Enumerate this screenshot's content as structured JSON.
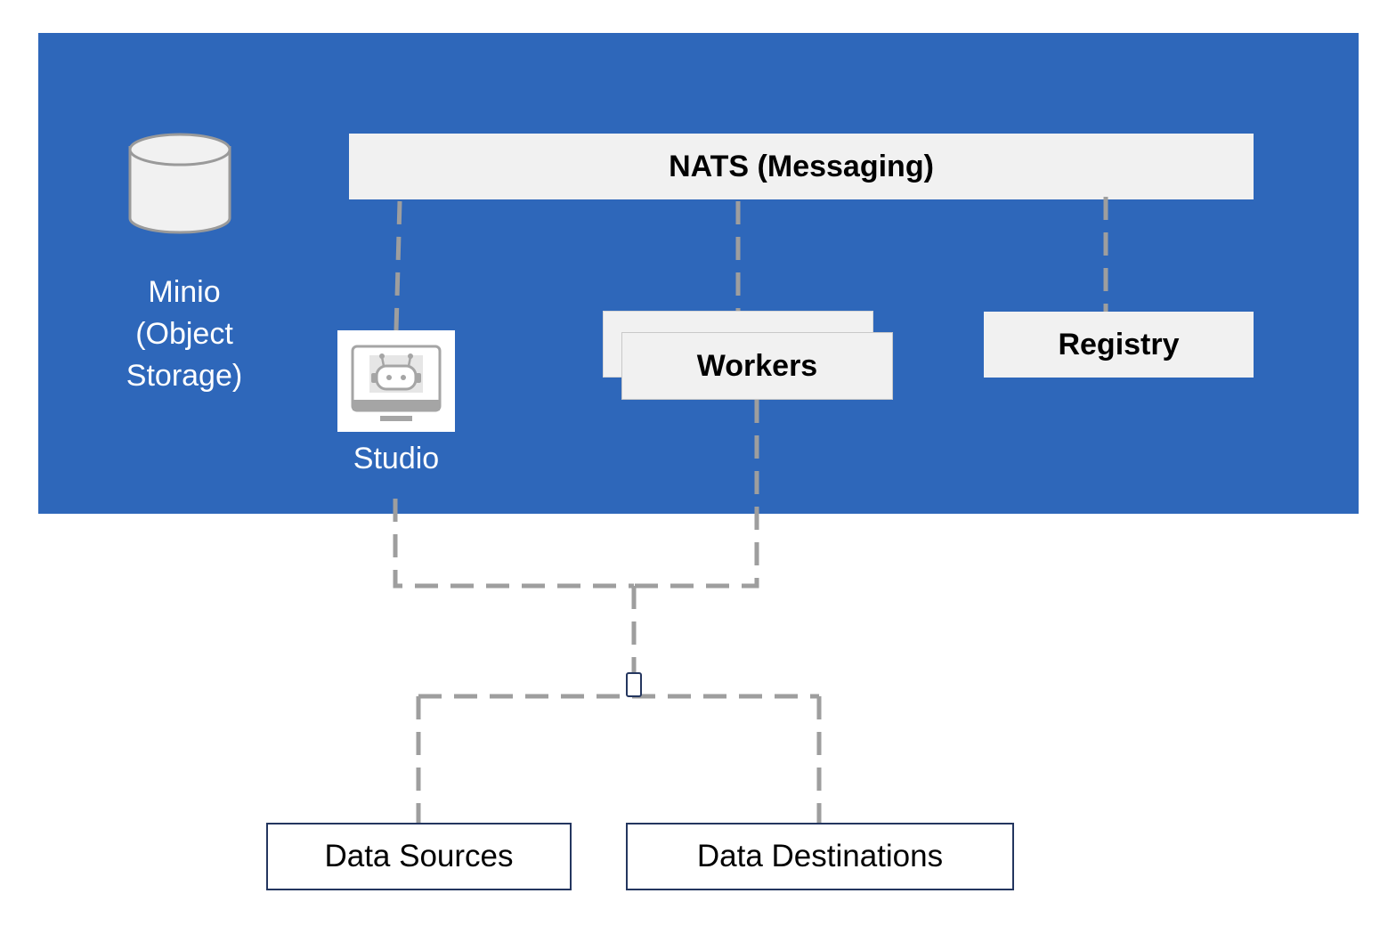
{
  "nodes": {
    "nats": "NATS (Messaging)",
    "workers": "Workers",
    "registry": "Registry",
    "minio_lines": [
      "Minio",
      "(Object",
      "Storage)"
    ],
    "studio": "Studio",
    "data_sources": "Data Sources",
    "data_destinations": "Data Destinations"
  },
  "icons": {
    "storage": "database-cylinder-icon",
    "studio": "monitor-robot-icon"
  },
  "colors": {
    "cluster_background": "#2e67ba",
    "component_box": "#f1f1f1",
    "connector": "#9e9e9e",
    "external_box_border": "#24365f"
  }
}
